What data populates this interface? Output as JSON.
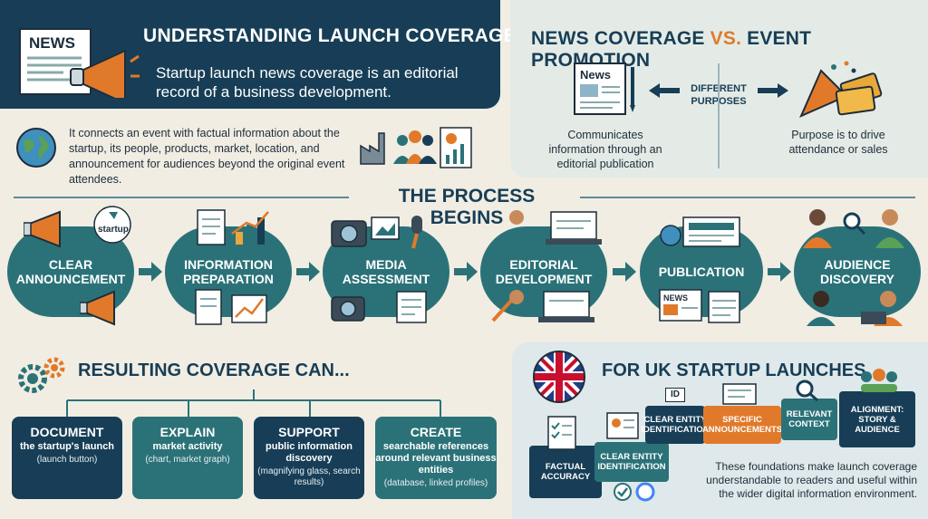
{
  "top_left": {
    "title": "UNDERSTANDING LAUNCH COVERAGE",
    "subtitle": "Startup launch news coverage is an editorial record of a business development.",
    "detail": "It connects an event with factual information about the startup, its people, products, market, location, and announcement for audiences beyond the original event attendees.",
    "news_label": "NEWS"
  },
  "top_right": {
    "title_part1": "NEWS COVERAGE ",
    "title_vs": "VS.",
    "title_part2": " EVENT PROMOTION",
    "news_label": "News",
    "different": "DIFFERENT PURPOSES",
    "left_caption": "Communicates information through an editorial publication",
    "right_caption": "Purpose is to drive attendance or sales"
  },
  "process": {
    "title": "THE PROCESS BEGINS",
    "startup_badge": "startup",
    "stages": [
      {
        "label": "CLEAR ANNOUNCEMENT"
      },
      {
        "label": "INFORMATION PREPARATION"
      },
      {
        "label": "MEDIA ASSESSMENT"
      },
      {
        "label": "EDITORIAL DEVELOPMENT"
      },
      {
        "label": "PUBLICATION"
      },
      {
        "label": "AUDIENCE DISCOVERY"
      }
    ],
    "news_label": "NEWS"
  },
  "resulting": {
    "title": "RESULTING COVERAGE CAN...",
    "cards": [
      {
        "heading": "DOCUMENT",
        "body": "the startup's launch",
        "note": "(launch button)"
      },
      {
        "heading": "EXPLAIN",
        "body": "market activity",
        "note": "(chart, market graph)"
      },
      {
        "heading": "SUPPORT",
        "body": "public information discovery",
        "note": "(magnifying glass, search results)"
      },
      {
        "heading": "CREATE",
        "body": "searchable references around relevant business entities",
        "note": "(database, linked profiles)"
      }
    ]
  },
  "uk": {
    "title": "FOR UK STARTUP LAUNCHES",
    "blocks": {
      "factual": "FACTUAL ACCURACY",
      "clear_id_low": "CLEAR ENTITY IDENTIFICATION",
      "clear_id_high": "CLEAR ENTITY IDENTIFICATION",
      "specific": "SPECIFIC ANNOUNCEMENTS",
      "relevant": "RELEVANT CONTEXT",
      "alignment": "ALIGNMENT: STORY & AUDIENCE",
      "id_tag": "ID"
    },
    "note": "These foundations make launch coverage understandable to readers and useful within the wider digital information environment."
  },
  "colors": {
    "navy": "#173e56",
    "teal": "#2b7278",
    "orange": "#e07a2a",
    "cream": "#f1ede3"
  }
}
